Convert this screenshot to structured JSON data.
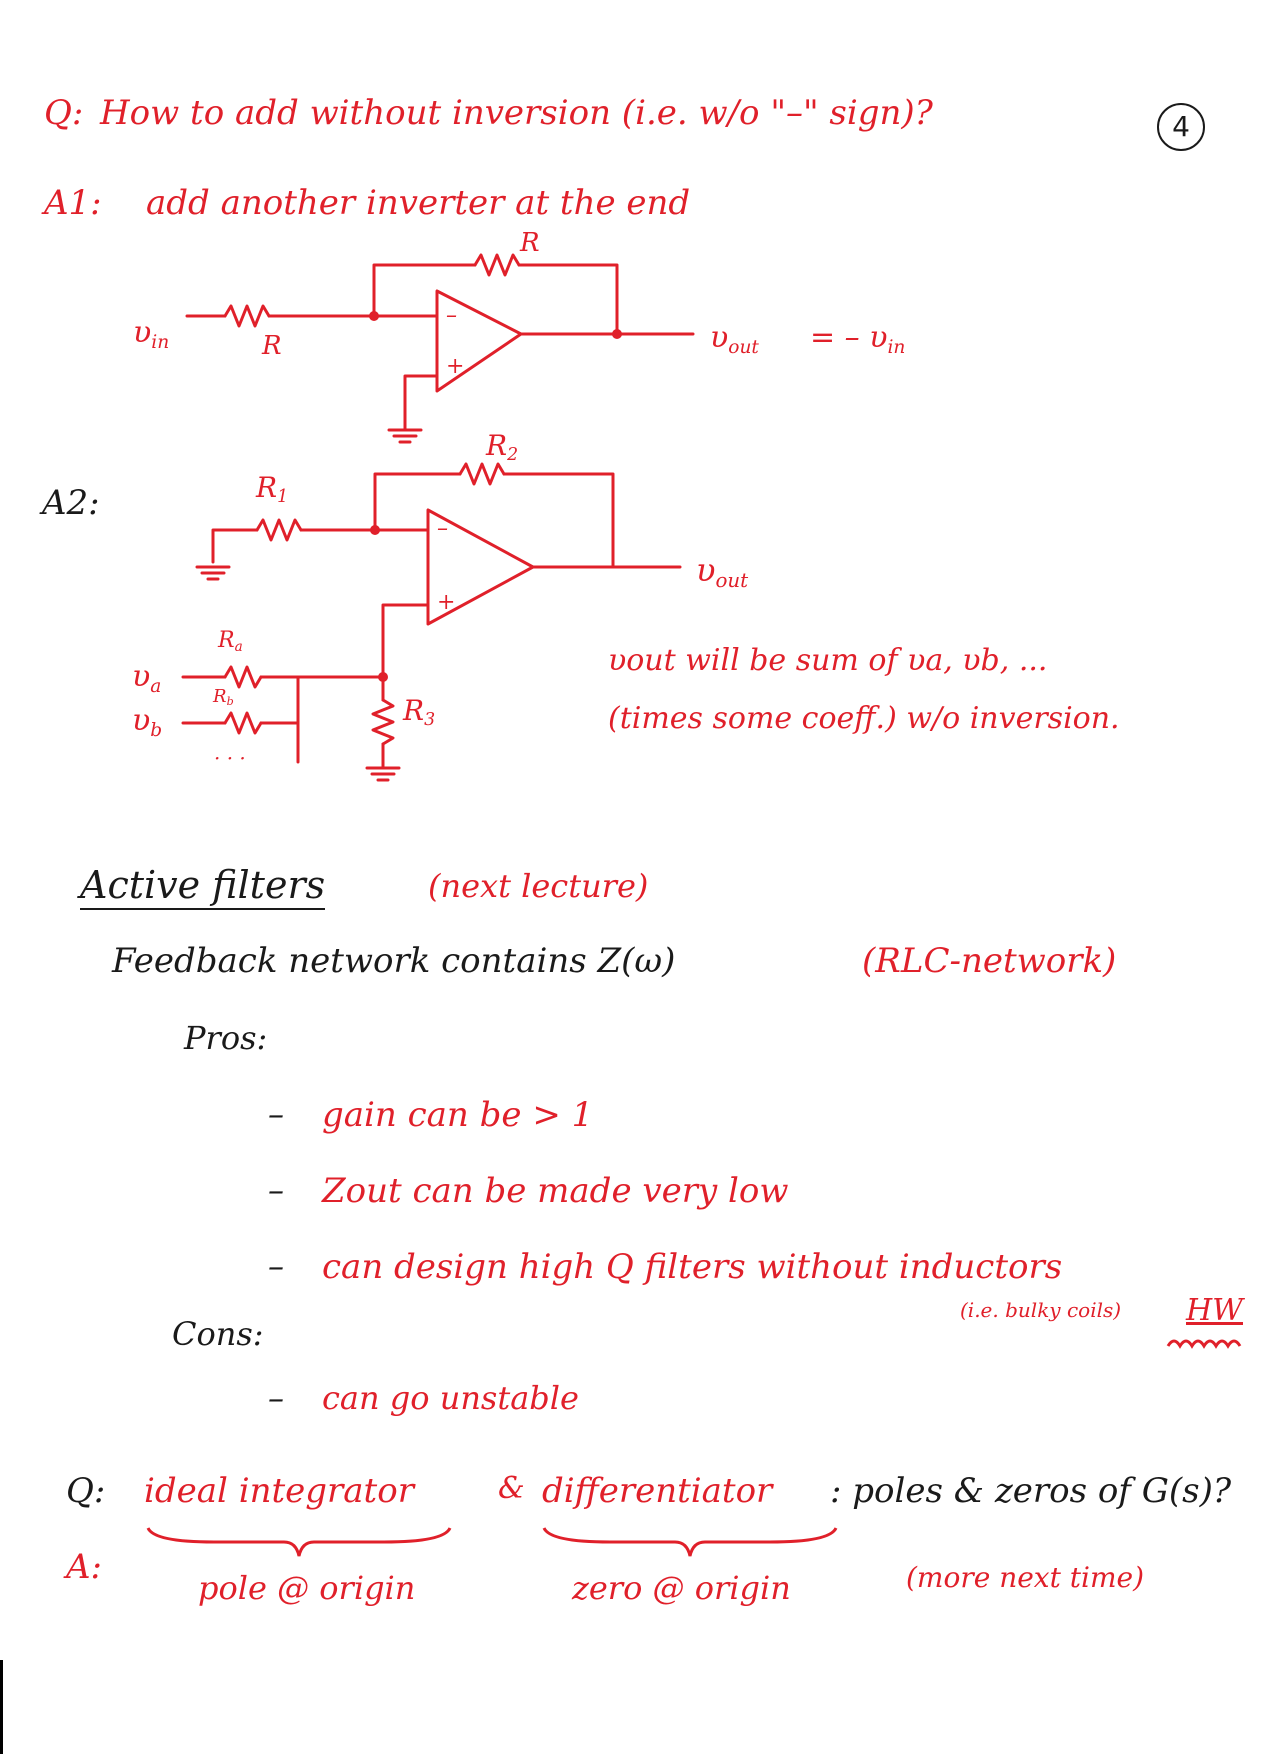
{
  "page_number": "4",
  "question1": {
    "q_label": "Q:",
    "q_text": "How to add without inversion (i.e. w/o \"–\" sign)?",
    "a1_label": "A1:",
    "a1_text": "add another inverter at the end"
  },
  "circuit1": {
    "input_label": "υ",
    "input_sub": "in",
    "r_input": "R",
    "r_feedback": "R",
    "minus_sign": "–",
    "plus_sign": "+",
    "output_label": "υ",
    "output_sub": "out",
    "equation": "= – υ",
    "equation_sub": "in"
  },
  "circuit2": {
    "a2_label": "A2:",
    "r1": "R",
    "r1_sub": "1",
    "r2": "R",
    "r2_sub": "2",
    "r3": "R",
    "r3_sub": "3",
    "ra": "R",
    "ra_sub": "a",
    "rb": "R",
    "rb_sub": "b",
    "va": "υ",
    "va_sub": "a",
    "vb": "υ",
    "vb_sub": "b",
    "ellipsis": "· · ·",
    "minus_sign": "–",
    "plus_sign": "+",
    "output_label": "υ",
    "output_sub": "out",
    "note_line1": "υout will be sum of υa, υb, ...",
    "note_line2": "(times some coeff.) w/o inversion."
  },
  "active_filters": {
    "heading": "Active filters",
    "heading_note": "(next lecture)",
    "feedback_line": "Feedback network contains Z(ω)",
    "feedback_note": "(RLC-network)",
    "pros_label": "Pros:",
    "pros": [
      "gain can be > 1",
      "Zout can be made very low",
      "can design high Q filters without inductors"
    ],
    "pros_note": "(i.e. bulky coils)",
    "hw_label": "HW",
    "cons_label": "Cons:",
    "cons": [
      "can go unstable"
    ]
  },
  "question2": {
    "q_label": "Q:",
    "q_integrator": "ideal integrator",
    "q_and": "&",
    "q_differentiator": "differentiator",
    "q_tail": ": poles & zeros of G(s)?",
    "a_label": "A:",
    "a_integrator": "pole @ origin",
    "a_differentiator": "zero @ origin",
    "a_note": "(more next time)"
  },
  "colors": {
    "ink_red": "#e0202a",
    "ink_black": "#1a1a1a"
  }
}
